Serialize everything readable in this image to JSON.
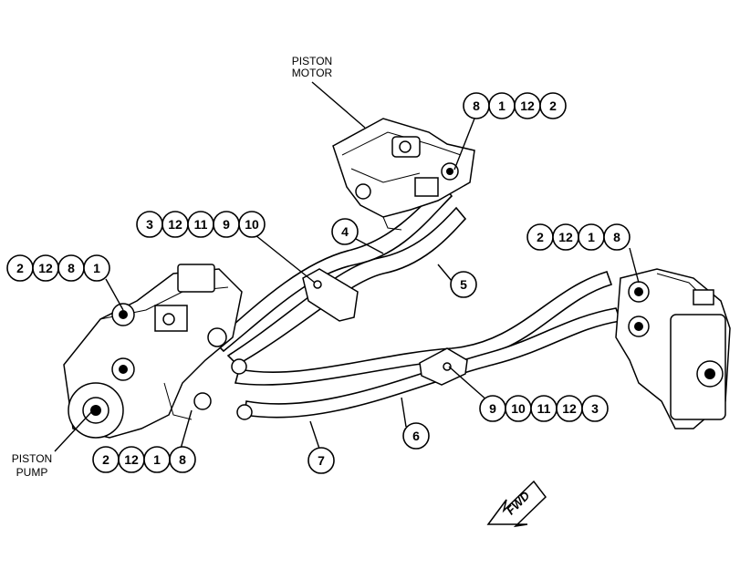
{
  "labels": {
    "piston_motor_line1": "PISTON",
    "piston_motor_line2": "MOTOR",
    "piston_pump_line1": "PISTON",
    "piston_pump_line2": "PUMP",
    "fwd": "FWD"
  },
  "callout_groups": [
    {
      "name": "group-motor-top",
      "items": [
        "8",
        "1",
        "12",
        "2"
      ]
    },
    {
      "name": "group-clamp-left",
      "items": [
        "3",
        "12",
        "11",
        "9",
        "10"
      ]
    },
    {
      "name": "group-pump-upper",
      "items": [
        "2",
        "12",
        "8",
        "1"
      ]
    },
    {
      "name": "group-right-motor",
      "items": [
        "2",
        "12",
        "1",
        "8"
      ]
    },
    {
      "name": "group-clamp-right",
      "items": [
        "9",
        "10",
        "11",
        "12",
        "3"
      ]
    },
    {
      "name": "group-pump-lower",
      "items": [
        "2",
        "12",
        "1",
        "8"
      ]
    }
  ],
  "single_callouts": [
    {
      "name": "callout-4",
      "text": "4"
    },
    {
      "name": "callout-5",
      "text": "5"
    },
    {
      "name": "callout-6",
      "text": "6"
    },
    {
      "name": "callout-7",
      "text": "7"
    }
  ]
}
